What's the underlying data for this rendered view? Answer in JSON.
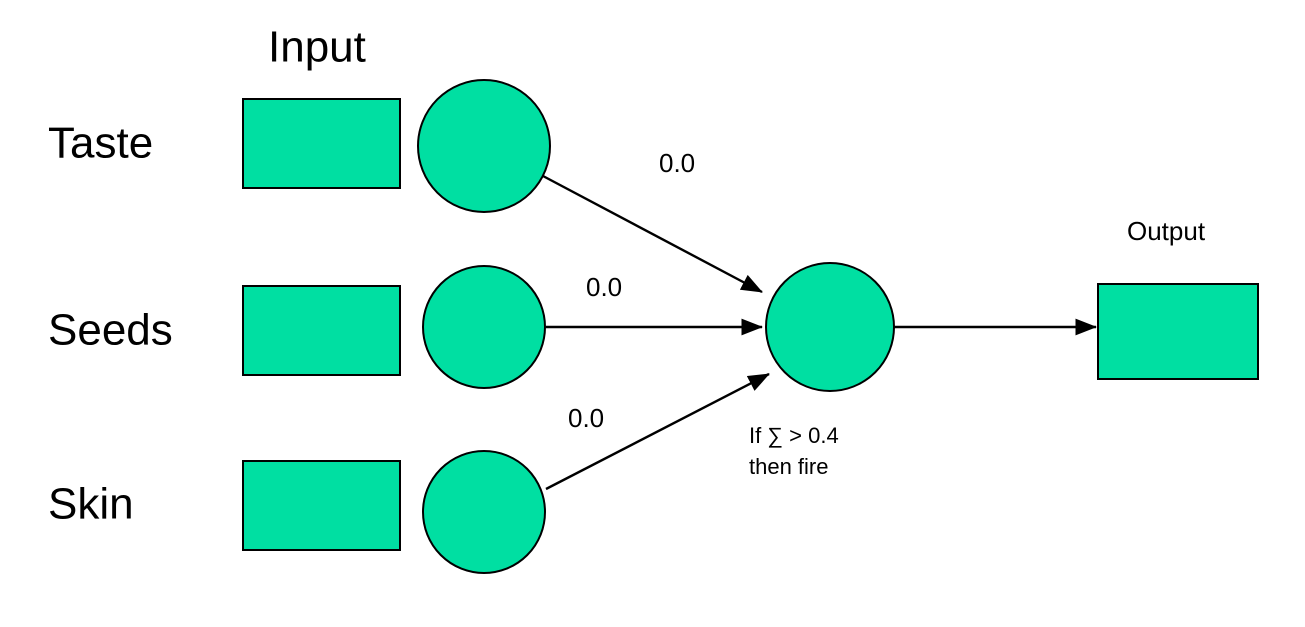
{
  "diagram": {
    "title_input": "Input",
    "title_output": "Output",
    "accent_color": "#00DFA2",
    "stroke_color": "#000000",
    "background_color": "#FFFFFF",
    "input_rows": [
      {
        "label": "Taste",
        "box_value": "",
        "neuron_value": ""
      },
      {
        "label": "Seeds",
        "box_value": "",
        "neuron_value": ""
      },
      {
        "label": "Skin",
        "box_value": "",
        "neuron_value": ""
      }
    ],
    "weights": [
      {
        "from": "Taste",
        "to": "Sum",
        "value": "0.0"
      },
      {
        "from": "Seeds",
        "to": "Sum",
        "value": "0.0"
      },
      {
        "from": "Skin",
        "to": "Sum",
        "value": "0.0"
      }
    ],
    "sum_node": {
      "threshold_line1": "If ∑ > 0.4",
      "threshold_line2": "then fire",
      "threshold_value": "0.4"
    },
    "output_box": {
      "value": ""
    }
  }
}
